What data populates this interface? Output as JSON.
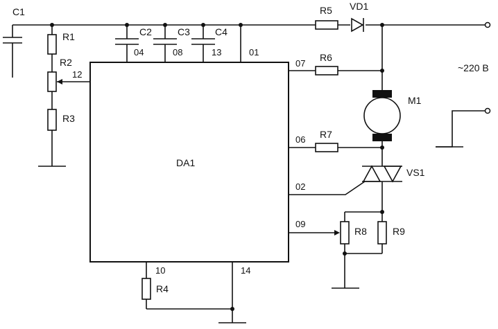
{
  "chip": {
    "label": "DA1"
  },
  "pins": {
    "p01": "01",
    "p02": "02",
    "p04": "04",
    "p06": "06",
    "p07": "07",
    "p08": "08",
    "p09": "09",
    "p10": "10",
    "p12": "12",
    "p13": "13",
    "p14": "14"
  },
  "components": {
    "c1": "C1",
    "c2": "C2",
    "c3": "C3",
    "c4": "C4",
    "r1": "R1",
    "r2": "R2",
    "r3": "R3",
    "r4": "R4",
    "r5": "R5",
    "r6": "R6",
    "r7": "R7",
    "r8": "R8",
    "r9": "R9",
    "vd1": "VD1",
    "m1": "M1",
    "vs1": "VS1"
  },
  "supply": {
    "label": "~220 В"
  },
  "colors": {
    "ink": "#111111",
    "background": "#ffffff"
  }
}
